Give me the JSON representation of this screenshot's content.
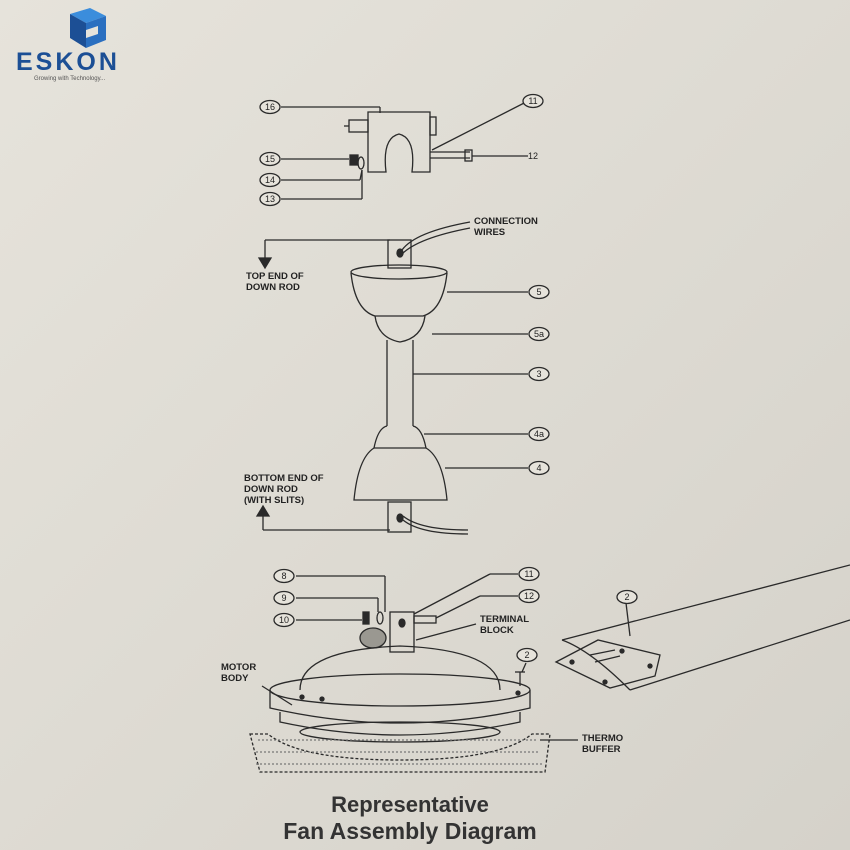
{
  "brand": {
    "name": "ESKON",
    "tagline": "Growing with Technology...",
    "colors": {
      "primary": "#1c4f95",
      "accent": "#2a78c8"
    }
  },
  "callouts": [
    "16",
    "11",
    "12",
    "15",
    "14",
    "13",
    "5",
    "5a",
    "3",
    "4a",
    "4",
    "8",
    "11",
    "9",
    "12",
    "10",
    "2",
    "2"
  ],
  "labels": {
    "connection_wires": [
      "CONNECTION",
      "WIRES"
    ],
    "top_end": [
      "TOP END OF",
      "DOWN ROD"
    ],
    "bottom_end": [
      "BOTTOM END OF",
      "DOWN ROD",
      "(WITH SLITS)"
    ],
    "terminal_block": [
      "TERMINAL",
      "BLOCK"
    ],
    "motor_body": [
      "MOTOR",
      "BODY"
    ],
    "thermo_buffer": [
      "THERMO",
      "BUFFER"
    ]
  },
  "title": {
    "line1": "Representative",
    "line2": "Fan Assembly Diagram"
  }
}
